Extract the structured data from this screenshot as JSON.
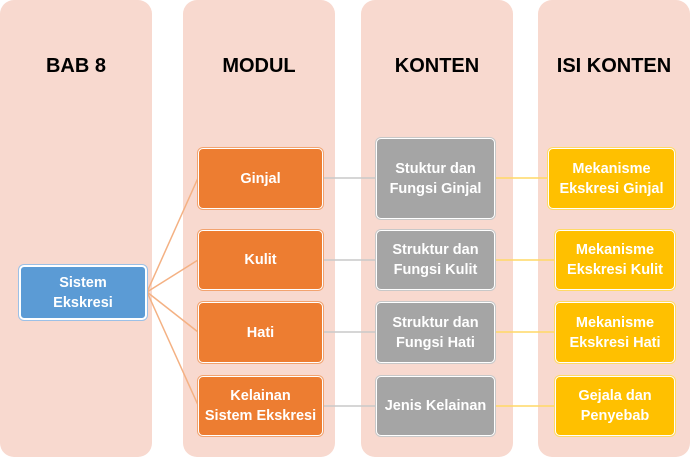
{
  "columns": {
    "bab": "BAB 8",
    "modul": "MODUL",
    "konten": "KONTEN",
    "isi_konten": "ISI KONTEN"
  },
  "root": "Sistem\nEkskresi",
  "rows": [
    {
      "modul": "Ginjal",
      "konten": "Stuktur dan\nFungsi Ginjal",
      "isi": "Mekanisme\nEkskresi Ginjal"
    },
    {
      "modul": "Kulit",
      "konten": "Struktur dan\nFungsi Kulit",
      "isi": "Mekanisme\nEkskresi Kulit"
    },
    {
      "modul": "Hati",
      "konten": "Struktur dan\nFungsi Hati",
      "isi": "Mekanisme\nEkskresi Hati"
    },
    {
      "modul": "Kelainan\nSistem Ekskresi",
      "konten": "Jenis Kelainan",
      "isi": "Gejala dan\nPenyebab"
    }
  ],
  "colors": {
    "column_bg": "#f8d9cf",
    "root": "#5b9bd5",
    "modul": "#ed7d31",
    "konten": "#a5a5a5",
    "isi": "#ffc000",
    "connector_orange": "#f4b183",
    "connector_gray": "#c9c9c9",
    "connector_yellow": "#ffd966"
  }
}
